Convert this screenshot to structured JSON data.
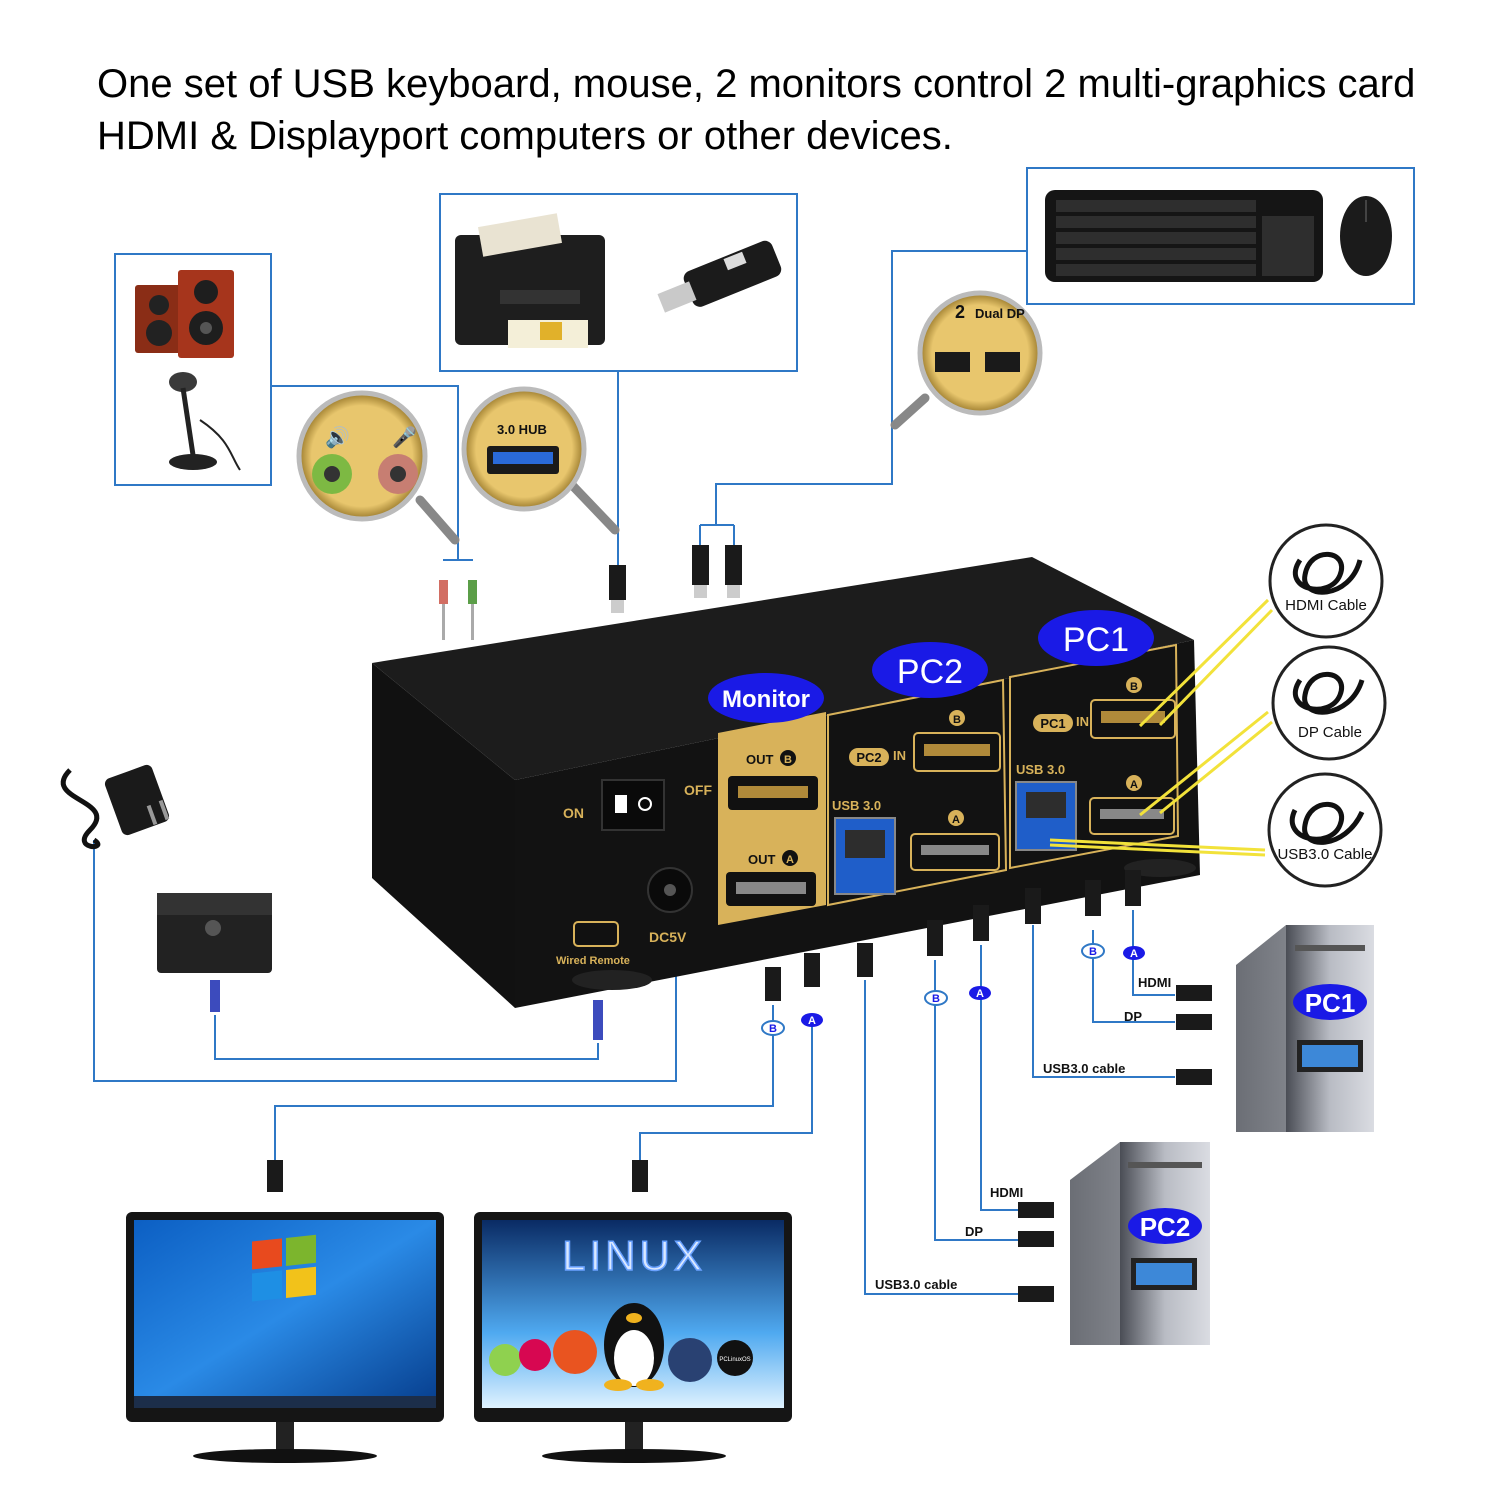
{
  "headline": "One set of USB keyboard, mouse, 2 monitors control 2 multi-graphics card HDMI & Displayport computers or other devices.",
  "kvm": {
    "badge_monitor": "Monitor",
    "badge_pc2": "PC2",
    "badge_pc1": "PC1",
    "switch_on": "ON",
    "switch_off": "OFF",
    "out_b": "OUT",
    "out_a": "OUT",
    "power": "DC5V",
    "wired_remote": "Wired Remote",
    "pc2_in": "IN",
    "pc2_tag": "PC2",
    "pc1_in": "IN",
    "pc1_tag": "PC1",
    "usb30_pc2": "USB 3.0",
    "usb30_pc1": "USB 3.0",
    "letter_a": "A",
    "letter_b": "B"
  },
  "zoom": {
    "usb_hub": "3.0 HUB",
    "top_label": "Dual DP",
    "top_label_num": "2"
  },
  "legend": {
    "hdmi": "HDMI Cable",
    "dp": "DP Cable",
    "usb": "USB3.0 Cable"
  },
  "wires": {
    "pc1_hdmi": "HDMI",
    "pc1_dp": "DP",
    "pc1_usb": "USB3.0 cable",
    "pc2_hdmi": "HDMI",
    "pc2_dp": "DP",
    "pc2_usb": "USB3.0 cable"
  },
  "computers": {
    "pc1": "PC1",
    "pc2": "PC2"
  },
  "monitors": {
    "linux_text": "LINUX",
    "distro_tag": "PCLinuxOS"
  },
  "colors": {
    "line_blue": "#2f78c6",
    "badge_blue": "#1a1ae6",
    "gold": "#d8b25a",
    "yellow_ray": "#f2e23a"
  }
}
